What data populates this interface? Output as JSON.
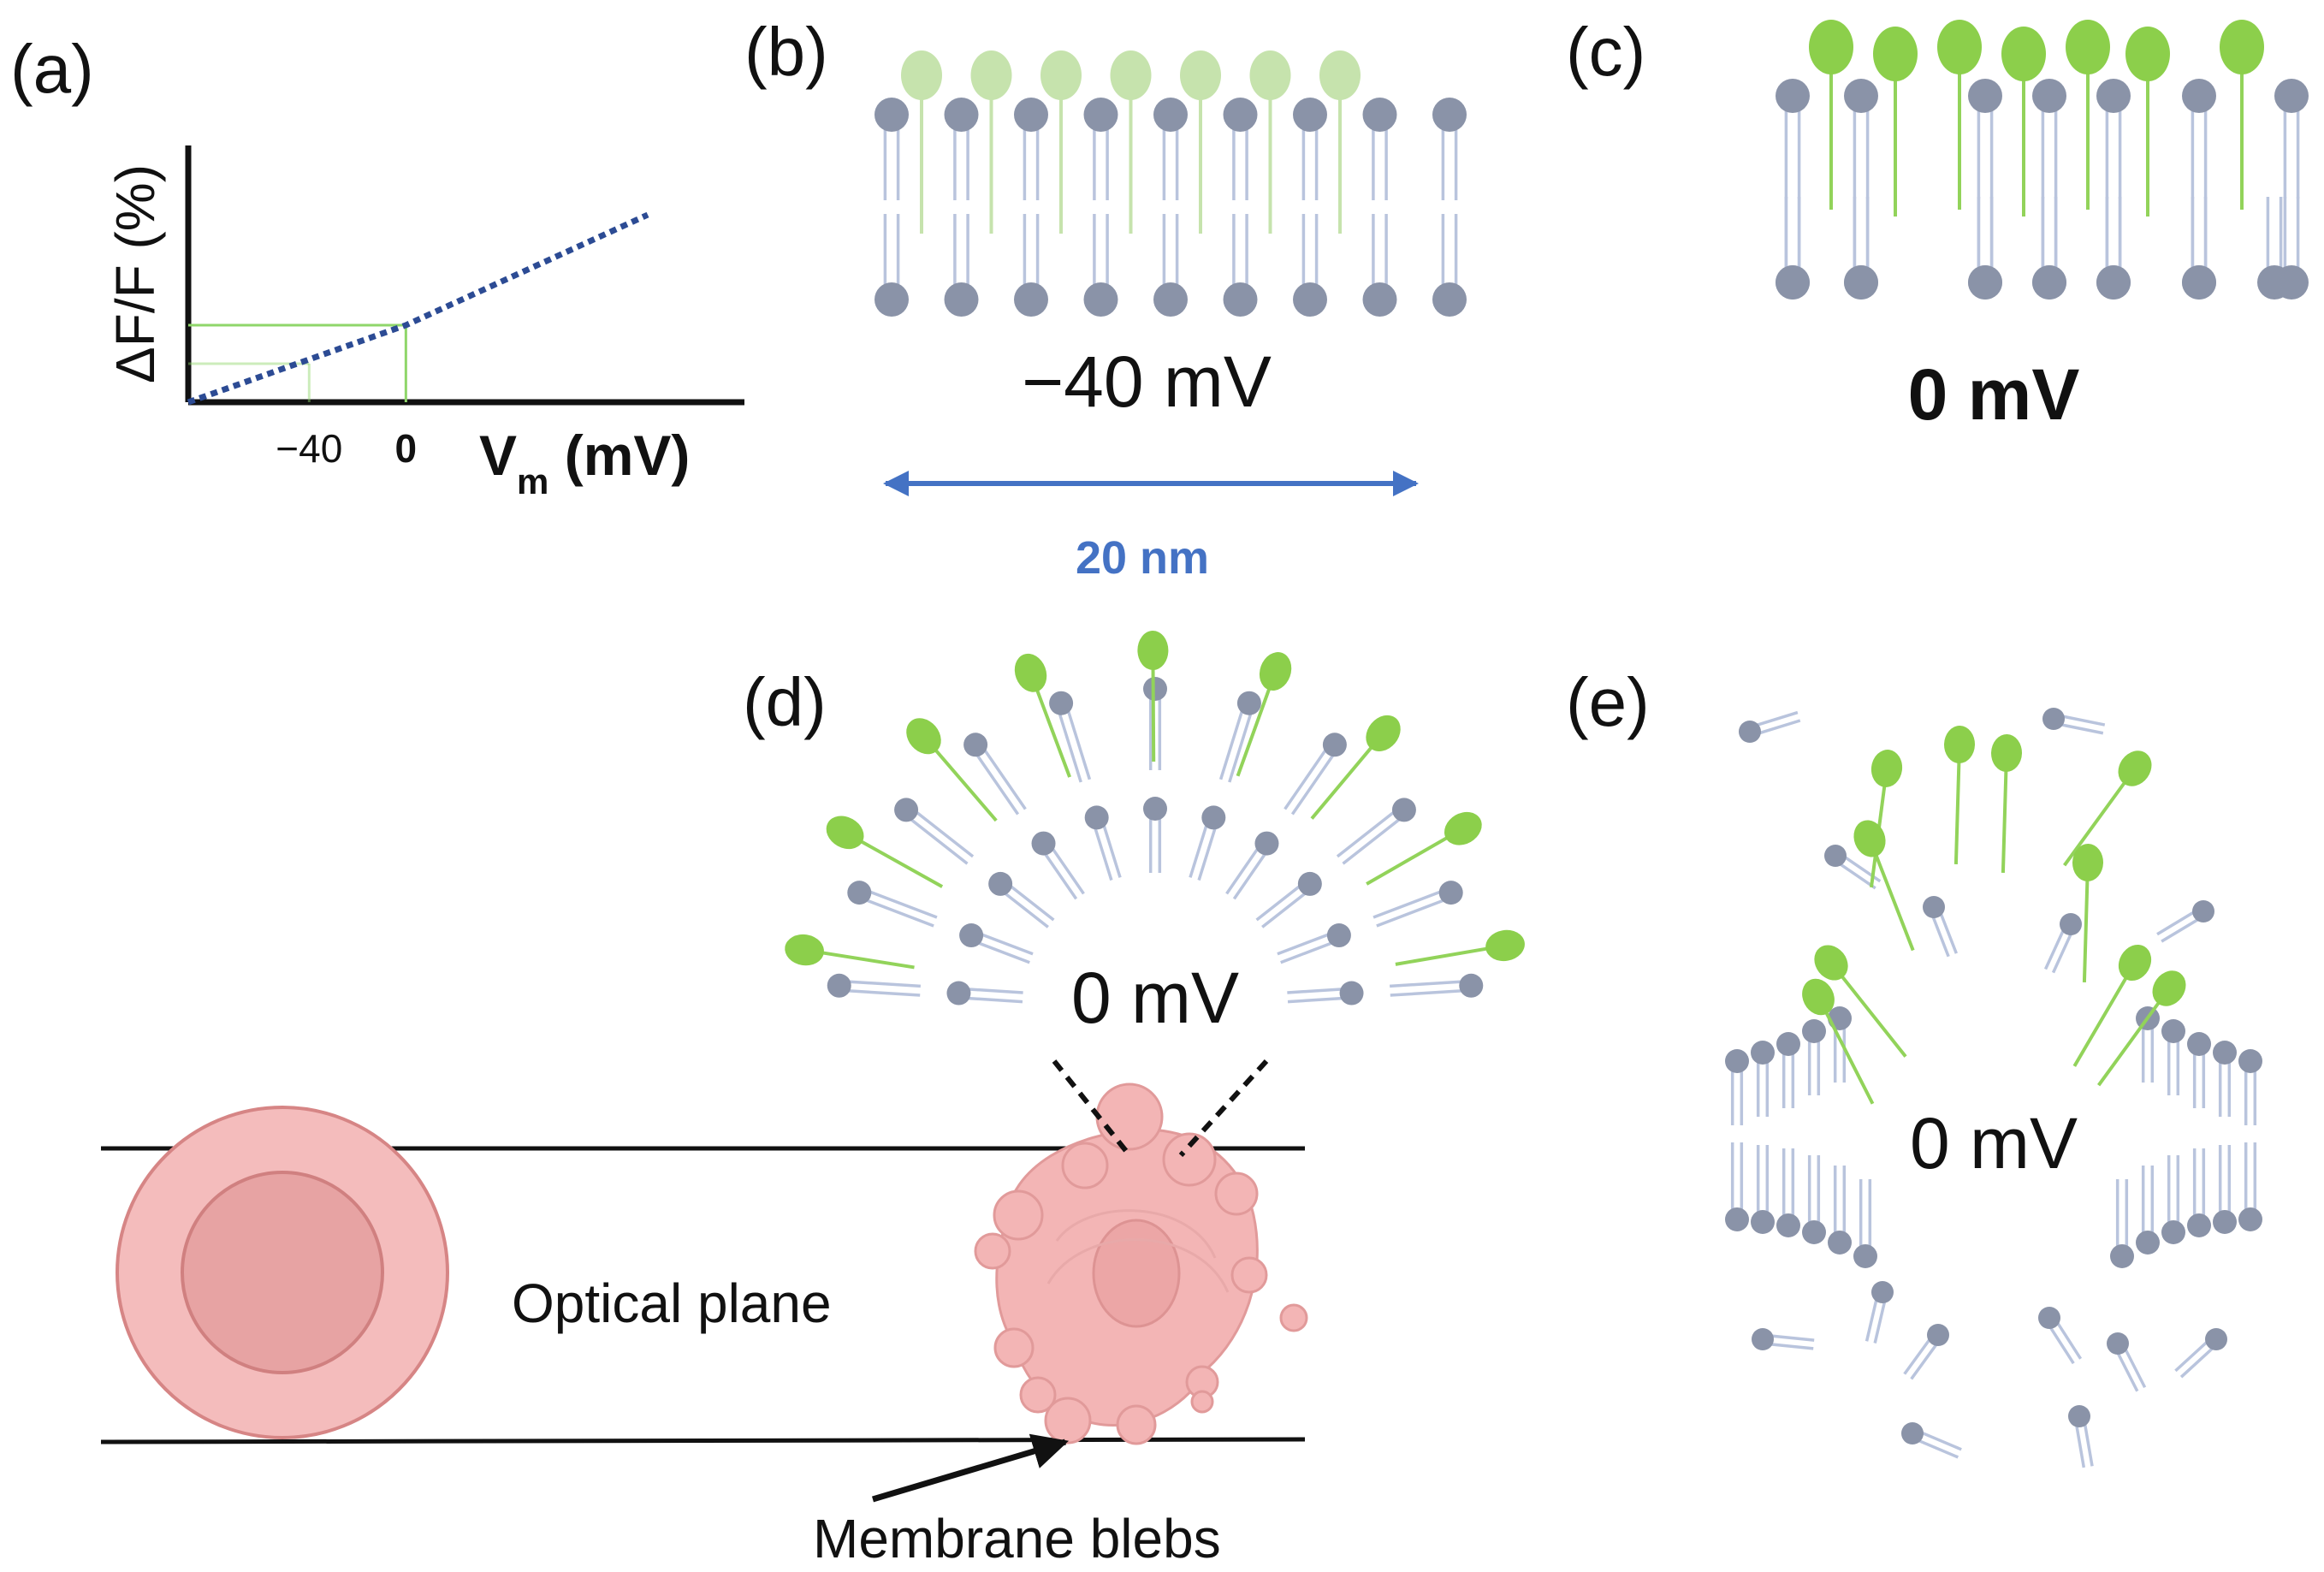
{
  "colors": {
    "lipid_head": "#8a93a8",
    "lipid_tail": "#b9c4dd",
    "dye_head": "#8ccf4b",
    "dye_head_faded": "#c6e3ad",
    "dye_tail": "#92d35a",
    "curve": "#2c4b94",
    "guide": "#8fd66a",
    "scale": "#4472c4",
    "cell_outer": "#f3b8b8",
    "cell_inner": "#e49a9a",
    "cell_stroke": "#d27c7c"
  },
  "panels": {
    "a": {
      "label": "(a)"
    },
    "b": {
      "label": "(b)",
      "voltage": "−40 mV",
      "scale_label": "20 nm"
    },
    "c": {
      "label": "(c)",
      "voltage": "0 mV"
    },
    "d": {
      "label": "(d)",
      "voltage": "0 mV",
      "optical_plane": "Optical plane",
      "blebs": "Membrane blebs"
    },
    "e": {
      "label": "(e)",
      "voltage": "0 mV"
    }
  },
  "chart_data": {
    "type": "line",
    "ylabel": "ΔF/F (%)",
    "xlabel_main": "V",
    "xlabel_sub": "m",
    "xlabel_unit": " (mV)",
    "xticks": [
      {
        "value": -40,
        "label": "−40"
      },
      {
        "value": 0,
        "label": "0"
      }
    ],
    "xlim": [
      -90,
      140
    ],
    "ylim": [
      0,
      100
    ],
    "series": [
      {
        "x": [
          -90,
          0,
          100
        ],
        "y": [
          0,
          30,
          73
        ]
      }
    ],
    "guides": [
      {
        "x": 0,
        "y": 30
      },
      {
        "x": -40,
        "y": 15
      }
    ]
  }
}
